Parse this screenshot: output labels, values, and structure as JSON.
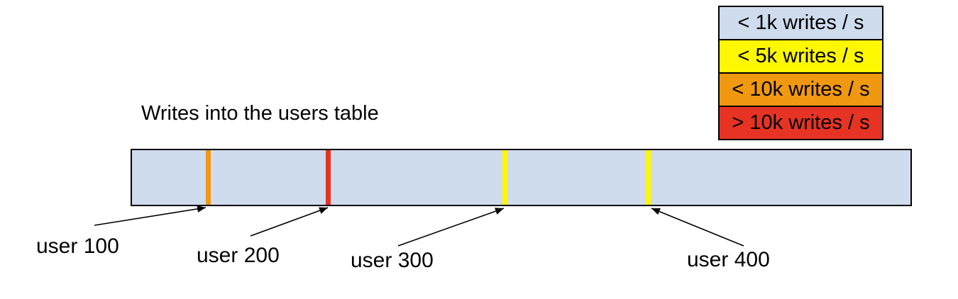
{
  "title": "Writes into the users table",
  "legend": {
    "items": [
      {
        "label": "< 1k writes / s",
        "color": "#cfdcee"
      },
      {
        "label": "< 5k writes / s",
        "color": "#fdf700"
      },
      {
        "label": "< 10k writes / s",
        "color": "#f0980f"
      },
      {
        "label": "> 10k writes / s",
        "color": "#e63323"
      }
    ]
  },
  "bar": {
    "fill": "#cfdcee",
    "border_color": "#000000",
    "meaning": "users table keyspace"
  },
  "markers": [
    {
      "label": "user 100",
      "color": "#f0980f",
      "band": "< 10k writes / s"
    },
    {
      "label": "user 200",
      "color": "#e63323",
      "band": "> 10k writes / s"
    },
    {
      "label": "user 300",
      "color": "#fdf700",
      "band": "< 5k writes / s"
    },
    {
      "label": "user 400",
      "color": "#fdf700",
      "band": "< 5k writes / s"
    }
  ]
}
